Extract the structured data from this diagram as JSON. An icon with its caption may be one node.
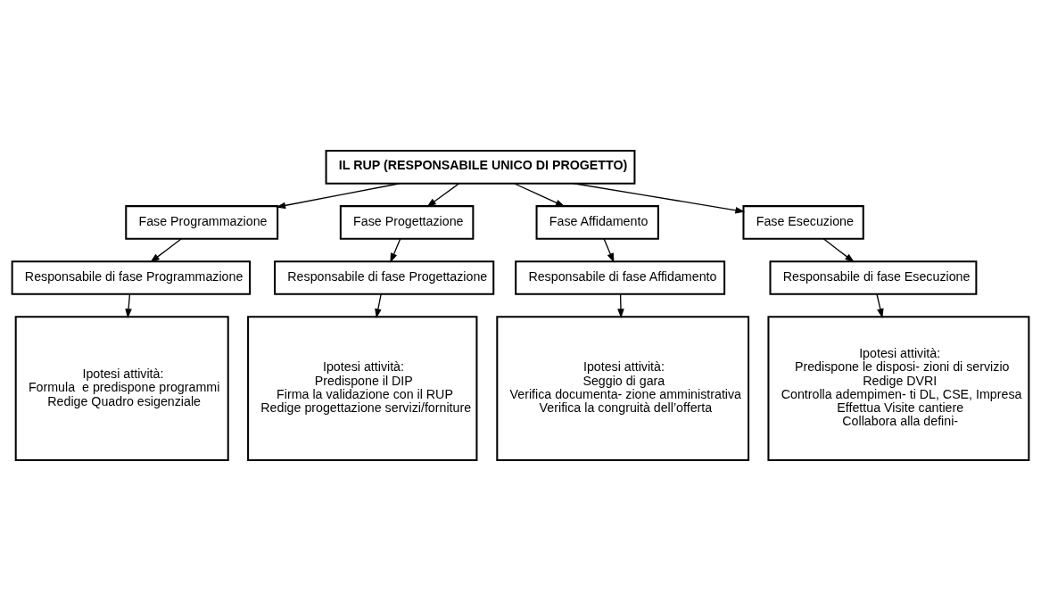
{
  "diagram": {
    "nodes": [
      {
        "text": [
          "IL RUP (RESPONSABILE UNICO DI PROGETTO)"
        ]
      },
      {
        "text": [
          "Fase Programmazione"
        ]
      },
      {
        "text": [
          "Fase Progettazione"
        ]
      },
      {
        "text": [
          "Fase Affidamento"
        ]
      },
      {
        "text": [
          "Fase Esecuzione"
        ]
      },
      {
        "text": [
          "Responsabile di fase Programmazione"
        ]
      },
      {
        "text": [
          "Responsabile di fase Progettazione"
        ]
      },
      {
        "text": [
          "Responsabile di fase Affidamento"
        ]
      },
      {
        "text": [
          "Responsabile di fase Esecuzione"
        ]
      },
      {
        "text": [
          "Ipotesi attività:",
          "Formula  e predispone programmi",
          "Redige Quadro esigenziale"
        ]
      },
      {
        "text": [
          "Ipotesi attività:",
          "Predispone il DIP",
          "Firma la validazione con il RUP",
          "Redige progettazione servizi/forniture"
        ]
      },
      {
        "text": [
          "Ipotesi attività:",
          "Seggio di gara",
          "Verifica documenta- zione amministrativa",
          "Verifica la congruità dell’offerta"
        ]
      },
      {
        "text": [
          "Ipotesi attività:",
          "Predispone le disposi- zioni di servizio",
          "Redige DVRI",
          "Controlla adempimen- ti DL, CSE, Impresa",
          "Effettua Visite cantiere",
          "Collabora alla defini-"
        ]
      }
    ],
    "edges": [
      {
        "from": 0,
        "to": 1,
        "arrow": "to"
      },
      {
        "from": 0,
        "to": 2,
        "arrow": "to"
      },
      {
        "from": 0,
        "to": 3,
        "arrow": "to"
      },
      {
        "from": 0,
        "to": 4,
        "arrow": "to"
      },
      {
        "from": 1,
        "to": 5,
        "arrow": "to"
      },
      {
        "from": 2,
        "to": 6,
        "arrow": "to"
      },
      {
        "from": 3,
        "to": 7,
        "arrow": "to"
      },
      {
        "from": 4,
        "to": 8,
        "arrow": "to"
      },
      {
        "from": 5,
        "to": 9,
        "arrow": "to"
      },
      {
        "from": 6,
        "to": 10,
        "arrow": "to"
      },
      {
        "from": 7,
        "to": 11,
        "arrow": "to"
      },
      {
        "from": 8,
        "to": 12,
        "arrow": "to"
      }
    ]
  }
}
